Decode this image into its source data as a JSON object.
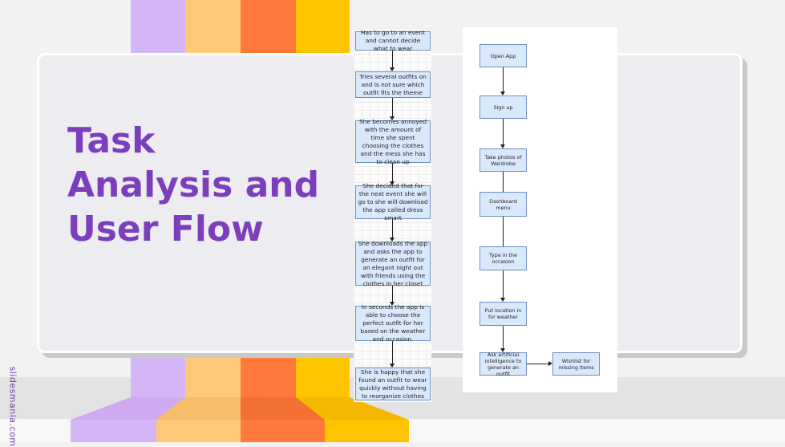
{
  "slide": {
    "title": "Task Analysis and User Flow",
    "brand": "slidesmania.com"
  },
  "colors": {
    "lavender": "#d4b6f6",
    "peach": "#ffc97a",
    "orange": "#ff7a3a",
    "yellow": "#ffc400",
    "title_purple": "#7b3fbe"
  },
  "task_flow": [
    "Has to go to an event and cannot decide what to wear",
    "Tries several outfits on and is not sure which outfit fits the theme",
    "She becomes annoyed with the amount of time she spent choosing the clothes and the mess she has to clean up",
    "She decided that for the next event she will go to she will download the app called dress smart",
    "She downloads the app and asks the app to generate an outfit for an elegant night out with friends using the clothes in her closet",
    "In seconds the app is able to choose the perfect outfit for her based on the weather and occasion.",
    "She is happy that she found an outfit to wear quickly without having to reorganize clothes"
  ],
  "user_flow": [
    "Open App",
    "Sign up",
    "Take photos of Wardrobe",
    "Dashboard menu",
    "Type in the occasion",
    "Put location in for weather",
    "Ask artificial intelligence to generate an outfit"
  ],
  "user_flow_branch": "Wishlist for missing items"
}
